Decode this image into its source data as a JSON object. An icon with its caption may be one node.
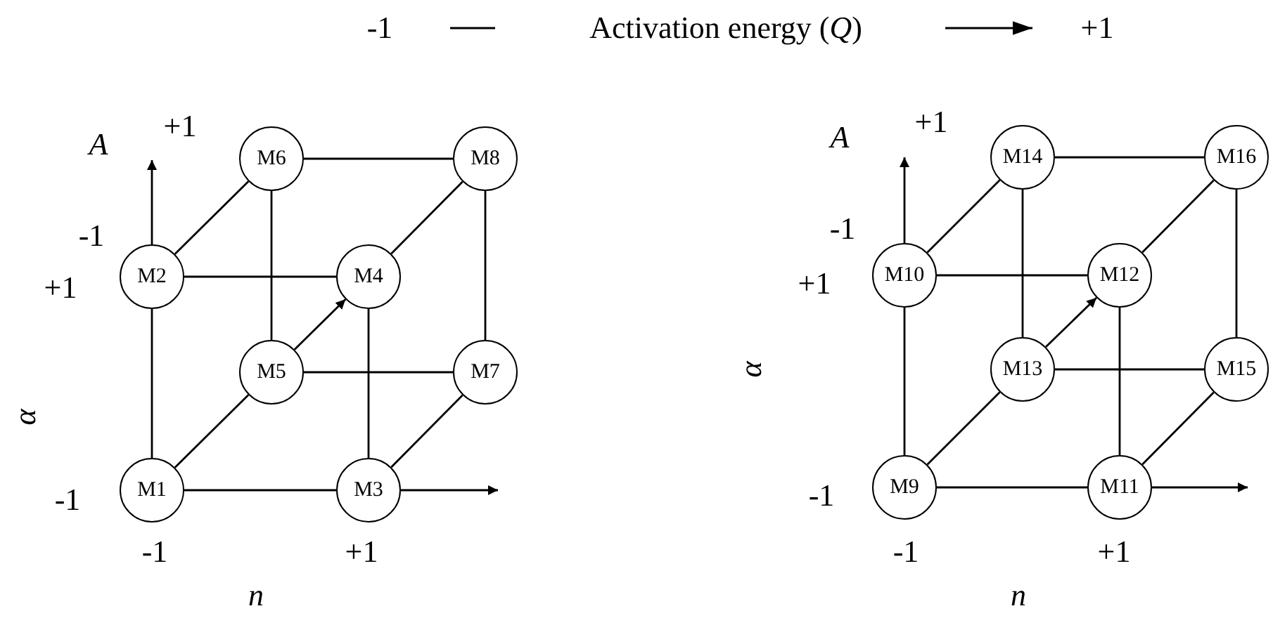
{
  "diagram": {
    "nodes": [
      {
        "text": [
          "M1"
        ]
      },
      {
        "text": [
          "M2"
        ]
      },
      {
        "text": [
          "M3"
        ]
      },
      {
        "text": [
          "M4"
        ]
      },
      {
        "text": [
          "M5"
        ]
      },
      {
        "text": [
          "M6"
        ]
      },
      {
        "text": [
          "M7"
        ]
      },
      {
        "text": [
          "M8"
        ]
      },
      {
        "text": [
          "M9"
        ]
      },
      {
        "text": [
          "M10"
        ]
      },
      {
        "text": [
          "M11"
        ]
      },
      {
        "text": [
          "M12"
        ]
      },
      {
        "text": [
          "M13"
        ]
      },
      {
        "text": [
          "M14"
        ]
      },
      {
        "text": [
          "M15"
        ]
      },
      {
        "text": [
          "M16"
        ]
      }
    ],
    "edges": [
      {
        "from": 0,
        "to": 1,
        "arrow": "none"
      },
      {
        "from": 0,
        "to": 2,
        "arrow": "none"
      },
      {
        "from": 0,
        "to": 4,
        "arrow": "none"
      },
      {
        "from": 1,
        "to": 3,
        "arrow": "none"
      },
      {
        "from": 1,
        "to": 5,
        "arrow": "none"
      },
      {
        "from": 2,
        "to": 3,
        "arrow": "none"
      },
      {
        "from": 2,
        "to": 6,
        "arrow": "none"
      },
      {
        "from": 3,
        "to": 7,
        "arrow": "none"
      },
      {
        "from": 4,
        "to": 5,
        "arrow": "none"
      },
      {
        "from": 4,
        "to": 6,
        "arrow": "none"
      },
      {
        "from": 5,
        "to": 7,
        "arrow": "none"
      },
      {
        "from": 6,
        "to": 7,
        "arrow": "none"
      },
      {
        "from": 4,
        "to": 3,
        "arrow": "to"
      },
      {
        "from": 8,
        "to": 9,
        "arrow": "none"
      },
      {
        "from": 8,
        "to": 10,
        "arrow": "none"
      },
      {
        "from": 8,
        "to": 12,
        "arrow": "none"
      },
      {
        "from": 9,
        "to": 11,
        "arrow": "none"
      },
      {
        "from": 9,
        "to": 13,
        "arrow": "none"
      },
      {
        "from": 10,
        "to": 11,
        "arrow": "none"
      },
      {
        "from": 10,
        "to": 14,
        "arrow": "none"
      },
      {
        "from": 11,
        "to": 15,
        "arrow": "none"
      },
      {
        "from": 12,
        "to": 13,
        "arrow": "none"
      },
      {
        "from": 12,
        "to": 14,
        "arrow": "none"
      },
      {
        "from": 13,
        "to": 15,
        "arrow": "none"
      },
      {
        "from": 14,
        "to": 15,
        "arrow": "none"
      },
      {
        "from": 12,
        "to": 11,
        "arrow": "to"
      }
    ],
    "labels": [
      "-1",
      "Activation energy (*Q*)",
      "+1",
      "A",
      "+1",
      "-1",
      "+1",
      "α",
      "-1",
      "-1",
      "+1",
      "n",
      "A",
      "+1",
      "-1",
      "+1",
      "α",
      "-1",
      "-1",
      "+1",
      "n"
    ]
  }
}
